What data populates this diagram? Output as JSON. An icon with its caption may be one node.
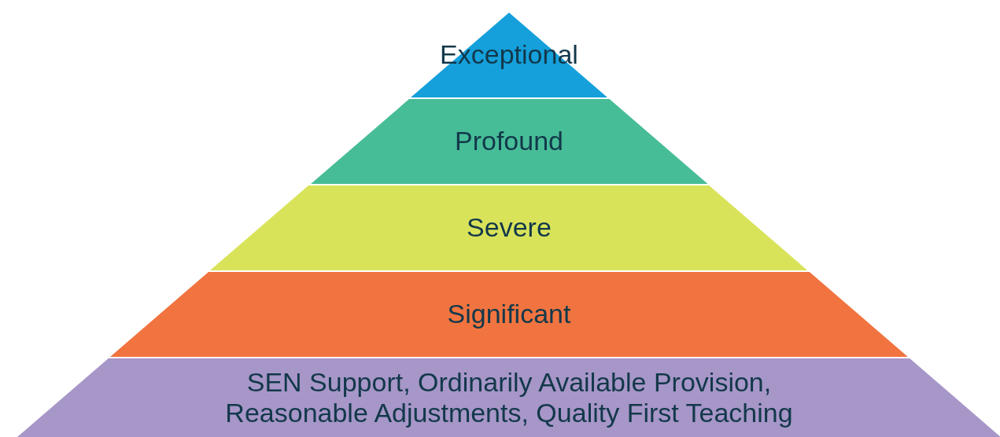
{
  "diagram": {
    "nodes": [
      {
        "text": [
          "Exceptional"
        ]
      },
      {
        "text": [
          "Profound"
        ]
      },
      {
        "text": [
          "Severe"
        ]
      },
      {
        "text": [
          "Significant"
        ]
      },
      {
        "text": [
          "SEN Support, Ordinarily Available Provision, Reasonable Adjustments, Quality First Teaching"
        ]
      }
    ]
  }
}
